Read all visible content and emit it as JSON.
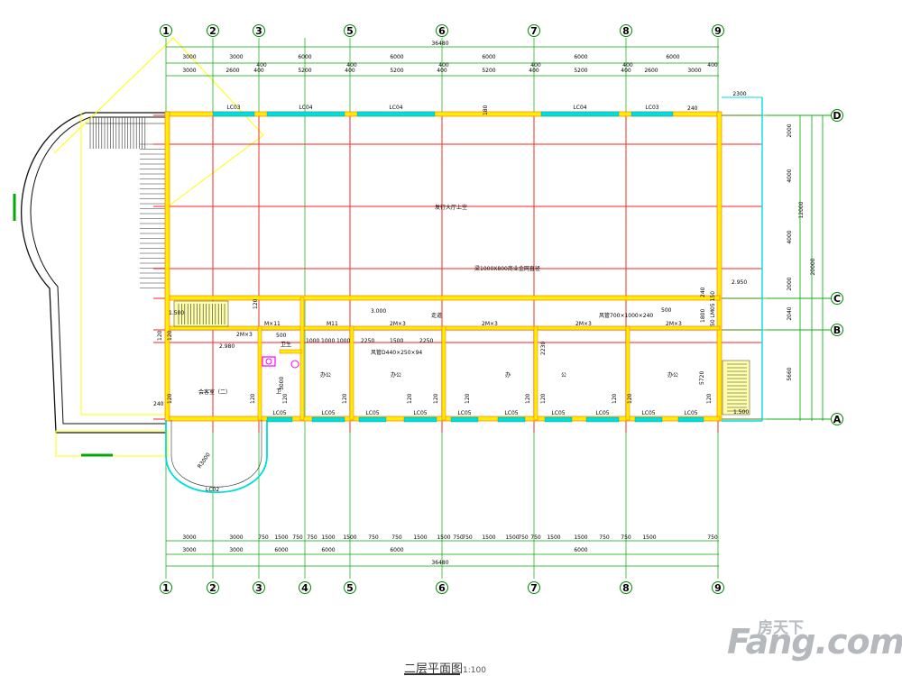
{
  "axes": {
    "numeric": [
      "1",
      "2",
      "3",
      "4",
      "5",
      "6",
      "7",
      "8",
      "9"
    ],
    "letters": [
      "D",
      "C",
      "B",
      "A"
    ]
  },
  "dims": {
    "top_row1": [
      "3000",
      "3000",
      "6000",
      "6000",
      "6000",
      "6000",
      "6000"
    ],
    "top_total": "36480",
    "top_row2": [
      "3000",
      "2600",
      "400",
      "5200",
      "400",
      "5200",
      "400",
      "5200",
      "400",
      "5200",
      "400",
      "2600",
      "3000"
    ],
    "top_row3": [
      "400",
      "400",
      "400",
      "400",
      "400",
      "400"
    ],
    "bottom_row1": [
      "3000",
      "3000",
      "750",
      "1500",
      "750",
      "750",
      "1500",
      "1500",
      "750",
      "750",
      "1500",
      "1500",
      "750",
      "750",
      "1500",
      "1500",
      "750",
      "750",
      "1500",
      "1500",
      "750",
      "750",
      "1500",
      "750"
    ],
    "bottom_row2": [
      "3000",
      "3000",
      "6000",
      "6000",
      "6000",
      "6000"
    ],
    "bottom_total": "36480",
    "right_inner": [
      "2000",
      "4000",
      "4000",
      "2000",
      "2040",
      "5660"
    ],
    "right_mid": [
      "12000"
    ],
    "right_outer": [
      "20000"
    ],
    "right_extra": [
      "2300"
    ]
  },
  "labels": {
    "hall": "发行大厅上空",
    "beam": "梁1000X800商业金网直径",
    "corridor": "走道",
    "meeting": "会客室（二）",
    "office": "办公",
    "office_a": "办",
    "office_b": "公",
    "toilet": "卫生",
    "toilet2": "卫",
    "elev1": "3.000",
    "elev2": "2.950",
    "elev3": "1.500",
    "elev4": "2.980",
    "elev5": "1.500",
    "window_lc03": "LC03",
    "window_lc04": "LC04",
    "window_lc05": "LC05",
    "window_lc02": "LC02",
    "door_m11": "M11",
    "door_2m3": "2M×3",
    "door_m1": "M×11",
    "dim_120": "120",
    "dim_240": "240",
    "dim_180": "180",
    "dim_150": "150",
    "dim_500": "500",
    "dim_1000": "1000",
    "dim_2250": "2250",
    "dim_1500": "1500",
    "dim_2230": "2230",
    "dim_5720": "5720",
    "dim_1800": "1800",
    "dim_3000": "3000",
    "radius": "R3000",
    "duct1": "风管D440×250×94",
    "duct2": "风管700×1000×240",
    "lm": "50 LM05 150",
    "note_up": "上"
  },
  "caption": {
    "title": "二层平面图",
    "scale": "1:100"
  },
  "watermark": {
    "cn": "房天下",
    "en": "Fang.com"
  },
  "colors": {
    "axis": "#00aa00",
    "wall": "#ff2222",
    "wall_fill": "#ffee00",
    "window": "#00dddd",
    "stair": "#333333",
    "bubble": "#008800"
  }
}
